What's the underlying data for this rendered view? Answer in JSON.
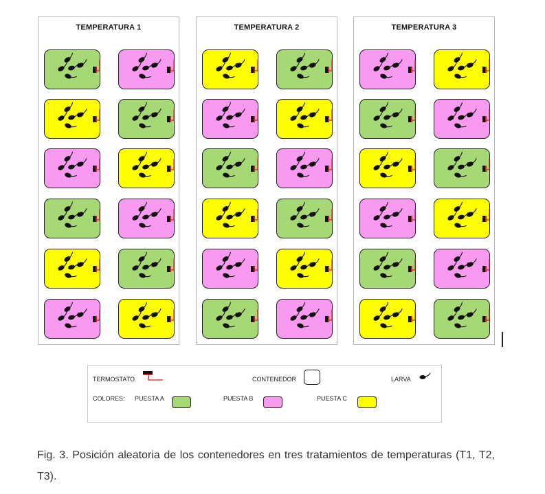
{
  "colors": {
    "puesta_a": "#a7d876",
    "puesta_b": "#f79af0",
    "puesta_c": "#ffff00",
    "thermostat": "#cc2222"
  },
  "panels": [
    {
      "title": "TEMPERATURA 1",
      "grid": [
        [
          "A",
          "B"
        ],
        [
          "C",
          "A"
        ],
        [
          "B",
          "C"
        ],
        [
          "A",
          "B"
        ],
        [
          "C",
          "A"
        ],
        [
          "B",
          "C"
        ]
      ]
    },
    {
      "title": "TEMPERATURA 2",
      "grid": [
        [
          "C",
          "A"
        ],
        [
          "B",
          "C"
        ],
        [
          "A",
          "B"
        ],
        [
          "C",
          "A"
        ],
        [
          "B",
          "C"
        ],
        [
          "A",
          "B"
        ]
      ]
    },
    {
      "title": "TEMPERATURA 3",
      "grid": [
        [
          "B",
          "C"
        ],
        [
          "A",
          "B"
        ],
        [
          "C",
          "A"
        ],
        [
          "B",
          "C"
        ],
        [
          "A",
          "B"
        ],
        [
          "C",
          "A"
        ]
      ]
    }
  ],
  "legend": {
    "termostato": "TERMOSTATO",
    "contenedor": "CONTENEDOR",
    "larva": "LARVA",
    "colores": "COLORES:",
    "puesta_a": "PUESTA A",
    "puesta_b": "PUESTA B",
    "puesta_c": "PUESTA C"
  },
  "caption": "Fig. 3. Posición aleatoria de los contenedores en tres tratamientos de temperaturas (T1, T2, T3).",
  "icons": [
    "thermostat-icon",
    "container-icon",
    "larva-icon"
  ]
}
